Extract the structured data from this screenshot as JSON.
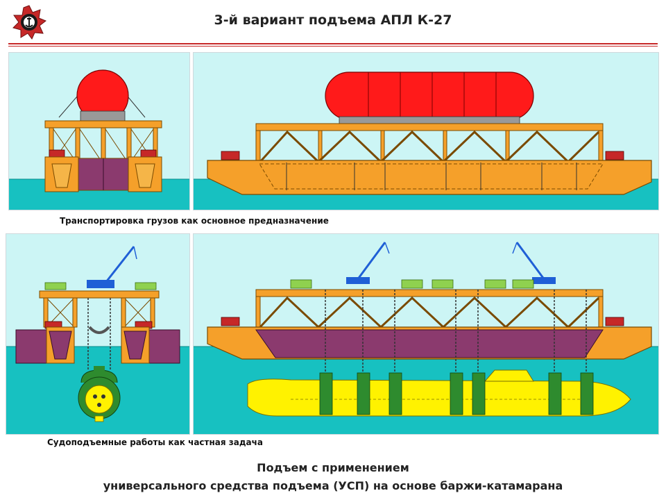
{
  "title": "3-й вариант подъема АПЛ К-27",
  "captions": {
    "top": "Транспортировка грузов как основное предназначение",
    "middle": "Судоподъемные работы как частная задача"
  },
  "footer": {
    "line1": "Подъем с применением",
    "line2": "универсального  средства подъема (УСП) на основе баржи-катамарана"
  },
  "colors": {
    "sky": "#ccf5f5",
    "water": "#17c1c1",
    "hull": "#f5a02a",
    "hull_outline": "#7a4a00",
    "pontoon_purple": "#8b3a6e",
    "cargo_red": "#ff1a1a",
    "crane_blue": "#1f5fd6",
    "submarine": "#fff200",
    "grip_green": "#2e8b2e",
    "cargo_green": "#8fd14f",
    "accent_red": "#c62828"
  },
  "emblem": "naval-emblem"
}
